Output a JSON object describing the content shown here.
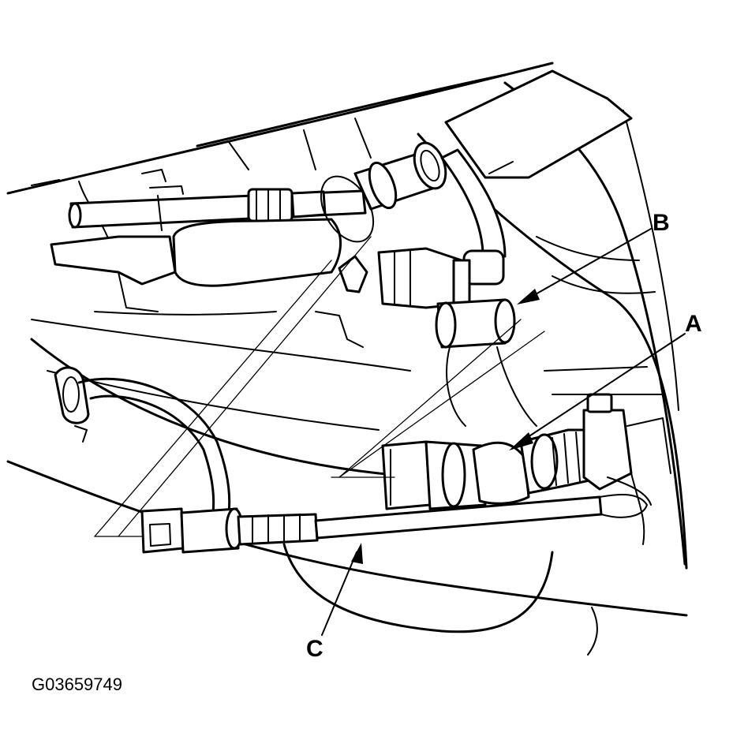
{
  "callouts": {
    "a": {
      "label": "A"
    },
    "b": {
      "label": "B"
    },
    "c": {
      "label": "C"
    }
  },
  "figure_id": "G03659749"
}
